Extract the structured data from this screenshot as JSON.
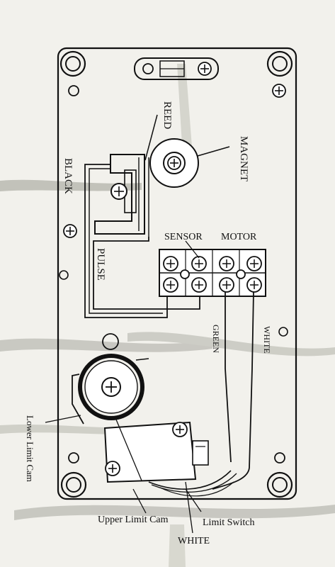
{
  "diagram": {
    "labels": {
      "reed": "REED",
      "magnet": "MAGNET",
      "black": "BLACK",
      "pulse": "PULSE",
      "sensor": "SENSOR",
      "motor": "MOTOR",
      "green": "GREEN",
      "white_right": "WHITE",
      "lower_limit_cam": "Lower Limit Cam",
      "upper_limit_cam": "Upper Limit Cam",
      "limit_switch": "Limit Switch",
      "white_bottom": "WHITE"
    },
    "colors": {
      "ink": "#111111",
      "paper": "#f2f1ec",
      "stain": "#9a9a92"
    }
  }
}
